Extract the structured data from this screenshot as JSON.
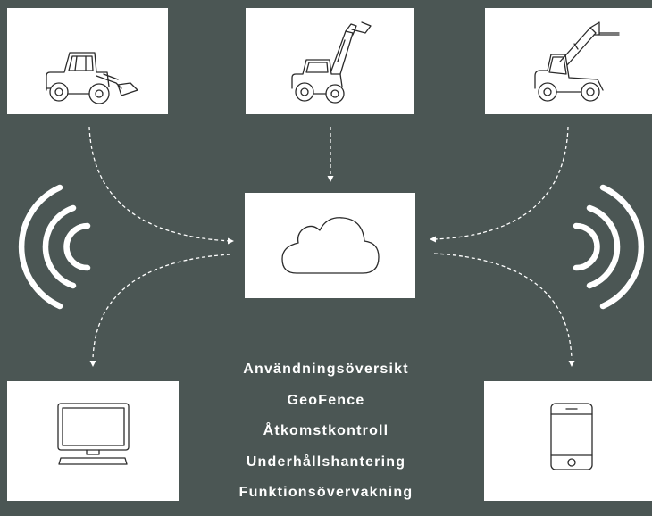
{
  "colors": {
    "background": "#4b5654",
    "card": "#ffffff",
    "connector": "#ffffff",
    "line_art": "#2b2b2b"
  },
  "machines": [
    {
      "icon": "wheel-loader-icon"
    },
    {
      "icon": "telescopic-wheel-loader-icon"
    },
    {
      "icon": "telehandler-icon"
    }
  ],
  "hub": {
    "icon": "cloud-icon"
  },
  "clients": [
    {
      "icon": "desktop-computer-icon"
    },
    {
      "icon": "smartphone-icon"
    }
  ],
  "signals": [
    {
      "icon": "wireless-signal-left-icon"
    },
    {
      "icon": "wireless-signal-right-icon"
    }
  ],
  "features": [
    "Användningsöversikt",
    "GeoFence",
    "Åtkomstkontroll",
    "Underhållshantering",
    "Funktionsövervakning"
  ]
}
